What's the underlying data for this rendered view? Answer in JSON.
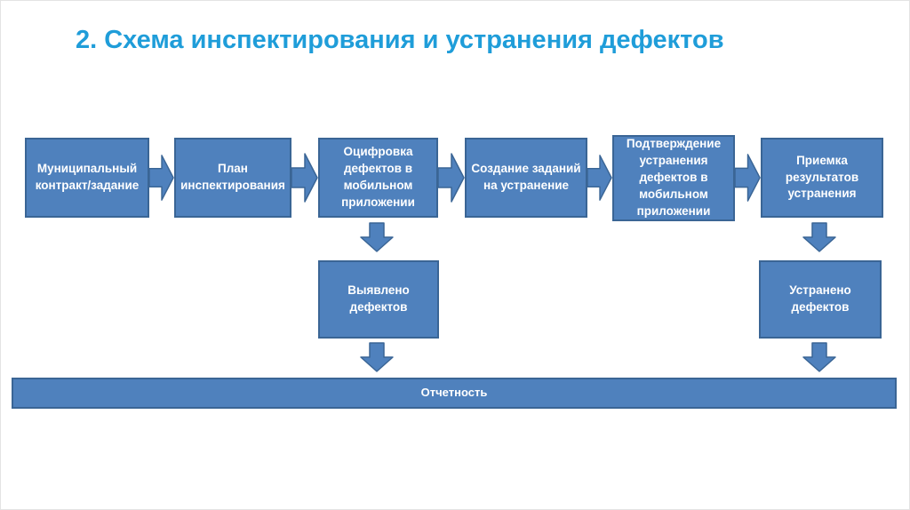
{
  "title": "2. Схема инспектирования и устранения дефектов",
  "colors": {
    "title-color": "#1F9DD9",
    "box-fill": "#4F81BD",
    "box-border": "#3A6595",
    "box-text": "#FFFFFF"
  },
  "flow": {
    "main_steps": [
      {
        "label": "Муниципальный контракт/задание"
      },
      {
        "label": "План инспектирования"
      },
      {
        "label": "Оцифровка дефектов в мобильном приложении"
      },
      {
        "label": "Создание заданий на устранение"
      },
      {
        "label": "Подтверждение устранения дефектов в мобильном приложении"
      },
      {
        "label": "Приемка результатов устранения"
      }
    ],
    "outputs": [
      {
        "label": "Выявлено дефектов"
      },
      {
        "label": "Устранено дефектов"
      }
    ],
    "report_bar": {
      "label": "Отчетность"
    }
  }
}
